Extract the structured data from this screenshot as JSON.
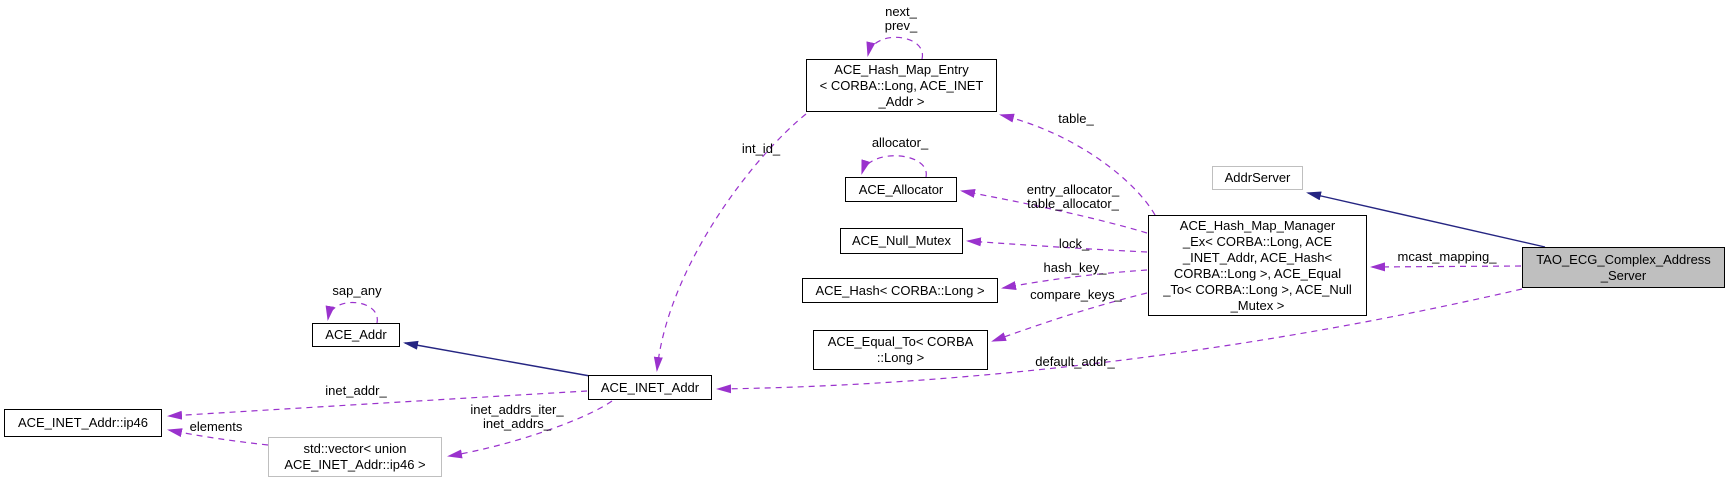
{
  "diagram_type": "collaboration-graph",
  "colors": {
    "usage_edge": "#9a32cd",
    "inheritance_edge": "#252582",
    "node_fill": "#ffffff",
    "node_border": "#000000",
    "external_node_border": "#bfbfbf",
    "current_node_fill": "#bfbfbf"
  },
  "nodes": {
    "hash_map_entry": {
      "label": "ACE_Hash_Map_Entry\n< CORBA::Long, ACE_INET\n_Addr >"
    },
    "allocator": {
      "label": "ACE_Allocator"
    },
    "null_mutex": {
      "label": "ACE_Null_Mutex"
    },
    "hash": {
      "label": "ACE_Hash< CORBA::Long >"
    },
    "equal_to": {
      "label": "ACE_Equal_To< CORBA\n::Long >"
    },
    "addr_server": {
      "label": "AddrServer"
    },
    "hash_map_manager": {
      "label": "ACE_Hash_Map_Manager\n_Ex< CORBA::Long, ACE\n_INET_Addr, ACE_Hash<\nCORBA::Long >, ACE_Equal\n_To< CORBA::Long >, ACE_Null\n_Mutex >"
    },
    "tao_server": {
      "label": "TAO_ECG_Complex_Address\n_Server"
    },
    "ace_addr": {
      "label": "ACE_Addr"
    },
    "inet_addr": {
      "label": "ACE_INET_Addr"
    },
    "ip46": {
      "label": "ACE_INET_Addr::ip46"
    },
    "vector_ip46": {
      "label": "std::vector< union\nACE_INET_Addr::ip46 >"
    }
  },
  "edge_labels": {
    "next_prev": "next_\nprev_",
    "table": "table_",
    "allocator": "allocator_",
    "int_id": "int_id_",
    "entry_table_allocator": "entry_allocator_\ntable_allocator_",
    "lock": "lock_",
    "hash_key": "hash_key_",
    "compare_keys": "compare_keys_",
    "mcast_mapping": "mcast_mapping_",
    "default_addr": "default_addr_",
    "sap_any": "sap_any",
    "inet_addr": "inet_addr_",
    "elements": "elements",
    "inet_addrs": "inet_addrs_iter_\ninet_addrs_"
  }
}
